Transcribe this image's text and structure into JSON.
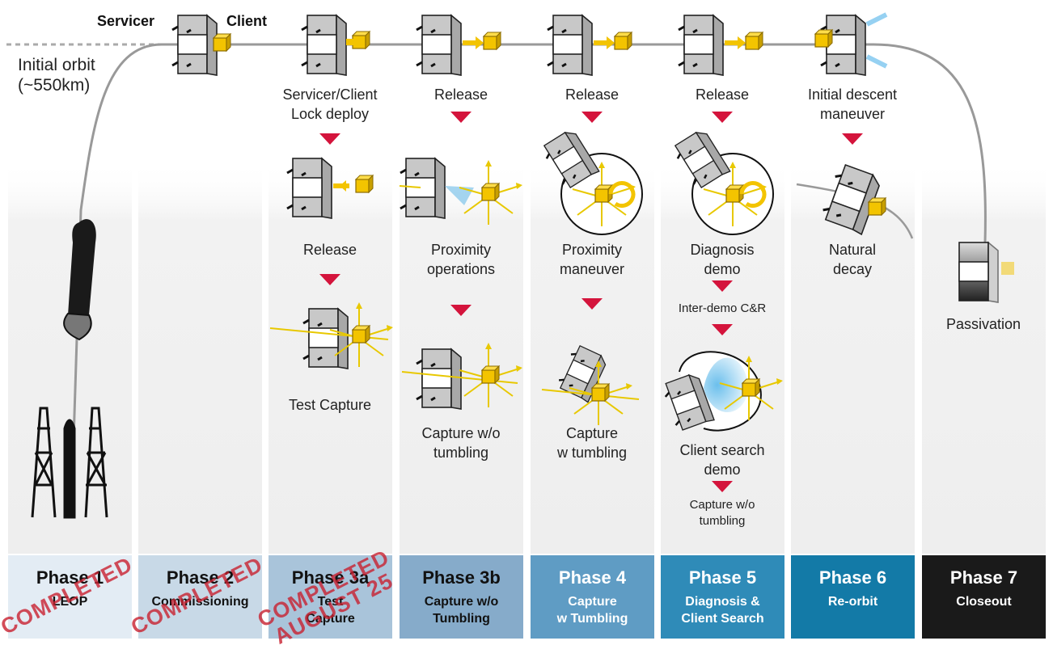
{
  "top_labels": {
    "servicer": "Servicer",
    "client": "Client"
  },
  "orbit": {
    "line1": "Initial orbit",
    "line2": "(~550km)"
  },
  "columns": [
    {
      "phase": "Phase 1",
      "sub": [
        "LEOP"
      ],
      "bg": "#e3ecf4",
      "fg": "#111111",
      "stamp": [
        "COMPLETED"
      ]
    },
    {
      "phase": "Phase 2",
      "sub": [
        "Commissioning"
      ],
      "bg": "#c8d9e7",
      "fg": "#111111",
      "stamp": [
        "COMPLETED"
      ]
    },
    {
      "phase": "Phase 3a",
      "sub": [
        "Test",
        "Capture"
      ],
      "bg": "#a9c4da",
      "fg": "#111111",
      "stamp": [
        "COMPLETED",
        "AUGUST 25"
      ]
    },
    {
      "phase": "Phase 3b",
      "sub": [
        "Capture w/o",
        "Tumbling"
      ],
      "bg": "#86abca",
      "fg": "#111111",
      "stamp": []
    },
    {
      "phase": "Phase 4",
      "sub": [
        "Capture",
        "w Tumbling"
      ],
      "bg": "#5f9cc4",
      "fg": "#ffffff",
      "stamp": []
    },
    {
      "phase": "Phase 5",
      "sub": [
        "Diagnosis &",
        "Client Search"
      ],
      "bg": "#2f8bb8",
      "fg": "#ffffff",
      "stamp": []
    },
    {
      "phase": "Phase 6",
      "sub": [
        "Re-orbit"
      ],
      "bg": "#137aa7",
      "fg": "#ffffff",
      "stamp": []
    },
    {
      "phase": "Phase 7",
      "sub": [
        "Closeout"
      ],
      "bg": "#1a1a1a",
      "fg": "#ffffff",
      "stamp": []
    }
  ],
  "steps": {
    "c3": {
      "a": [
        "Servicer/Client",
        "Lock deploy"
      ],
      "b": [
        "Release"
      ],
      "c": [
        "Test Capture"
      ]
    },
    "c4": {
      "a": [
        "Release"
      ],
      "b": [
        "Proximity",
        "operations"
      ],
      "c": [
        "Capture w/o",
        "tumbling"
      ]
    },
    "c5": {
      "a": [
        "Release"
      ],
      "b": [
        "Proximity",
        "maneuver"
      ],
      "c": [
        "Capture",
        "w tumbling"
      ]
    },
    "c6": {
      "a": [
        "Release"
      ],
      "b": [
        "Diagnosis",
        "demo"
      ],
      "b2": [
        "Inter-demo C&R"
      ],
      "c": [
        "Client search",
        "demo"
      ],
      "d": [
        "Capture w/o",
        "tumbling"
      ]
    },
    "c7": {
      "a": [
        "Initial descent",
        "maneuver"
      ],
      "b": [
        "Natural",
        "decay"
      ]
    },
    "c8": {
      "a": [
        "Passivation"
      ]
    }
  },
  "colors": {
    "arrow": "#d4143c",
    "gold": "#f0c000",
    "sat": "#c8c8c8",
    "line": "#999999"
  }
}
